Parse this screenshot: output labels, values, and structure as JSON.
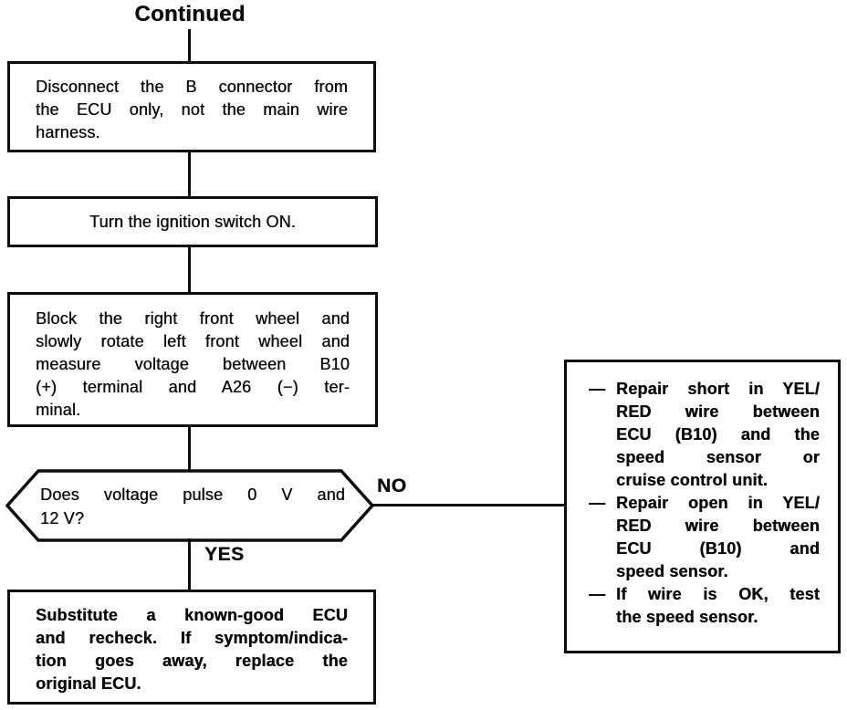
{
  "title": "Continued",
  "labels": {
    "no": "NO",
    "yes": "YES"
  },
  "boxes": {
    "disconnect": {
      "lines": [
        "Disconnect the B connector from",
        "the ECU only, not the main wire",
        "harness."
      ]
    },
    "ignition": {
      "label": "Turn the ignition switch ON."
    },
    "block_wheel": {
      "lines": [
        "Block the right front wheel and",
        "slowly rotate left front wheel and",
        "measure voltage between B10",
        "(+) terminal and A26 (−) ter-",
        "minal."
      ]
    },
    "decision": {
      "lines": [
        "Does voltage pulse 0 V and",
        "12 V?"
      ]
    },
    "substitute": {
      "lines": [
        "Substitute a known-good ECU",
        "and recheck. If symptom/indica-",
        "tion goes away, replace the",
        "original ECU."
      ]
    },
    "repair": {
      "items": [
        {
          "marker": "—",
          "lines": [
            "Repair short in YEL/",
            "RED wire between",
            "ECU (B10) and the",
            "speed sensor or",
            "cruise control unit."
          ]
        },
        {
          "marker": "—",
          "lines": [
            "Repair open in YEL/",
            "RED wire between",
            "ECU (B10) and",
            "speed sensor."
          ]
        },
        {
          "marker": "—",
          "lines": [
            "If wire is OK, test",
            "the speed sensor."
          ]
        }
      ]
    }
  },
  "colors": {
    "ink": "#0c0c0c",
    "paper": "#ffffff"
  }
}
